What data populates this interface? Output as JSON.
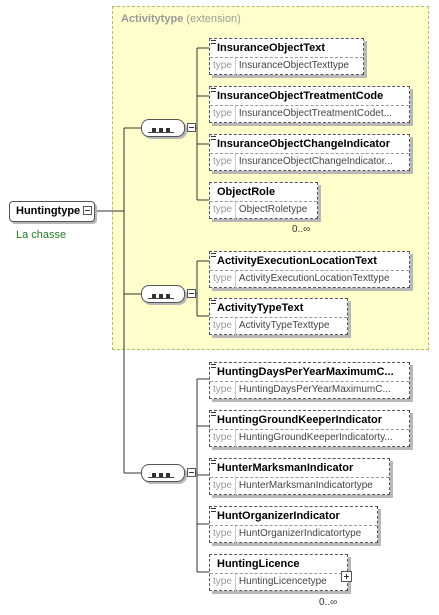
{
  "extension": {
    "name": "Activitytype",
    "suffix": "(extension)"
  },
  "root": {
    "name": "Huntingtype",
    "documentation": "La chasse"
  },
  "type_label": "type",
  "group1": {
    "elements": [
      {
        "name": "InsuranceObjectText",
        "type": "InsuranceObjectTexttype"
      },
      {
        "name": "InsuranceObjectTreatmentCode",
        "type": "InsuranceObjectTreatmentCodet..."
      },
      {
        "name": "InsuranceObjectChangeIndicator",
        "type": "InsuranceObjectChangeIndicator..."
      },
      {
        "name": "ObjectRole",
        "type": "ObjectRoletype"
      }
    ],
    "cardinality": "0..∞"
  },
  "group2": {
    "elements": [
      {
        "name": "ActivityExecutionLocationText",
        "type": "ActivityExecutionLocationTexttype"
      },
      {
        "name": "ActivityTypeText",
        "type": "ActivityTypeTexttype"
      }
    ]
  },
  "group3": {
    "elements": [
      {
        "name": "HuntingDaysPerYearMaximumC...",
        "type": "HuntingDaysPerYearMaximumC..."
      },
      {
        "name": "HuntingGroundKeeperIndicator",
        "type": "HuntingGroundKeeperIndicatorty..."
      },
      {
        "name": "HunterMarksmanIndicator",
        "type": "HunterMarksmanIndicatortype"
      },
      {
        "name": "HuntOrganizerIndicator",
        "type": "HuntOrganizerIndicatortype"
      },
      {
        "name": "HuntingLicence",
        "type": "HuntingLicencetype"
      }
    ],
    "cardinality": "0..∞"
  }
}
